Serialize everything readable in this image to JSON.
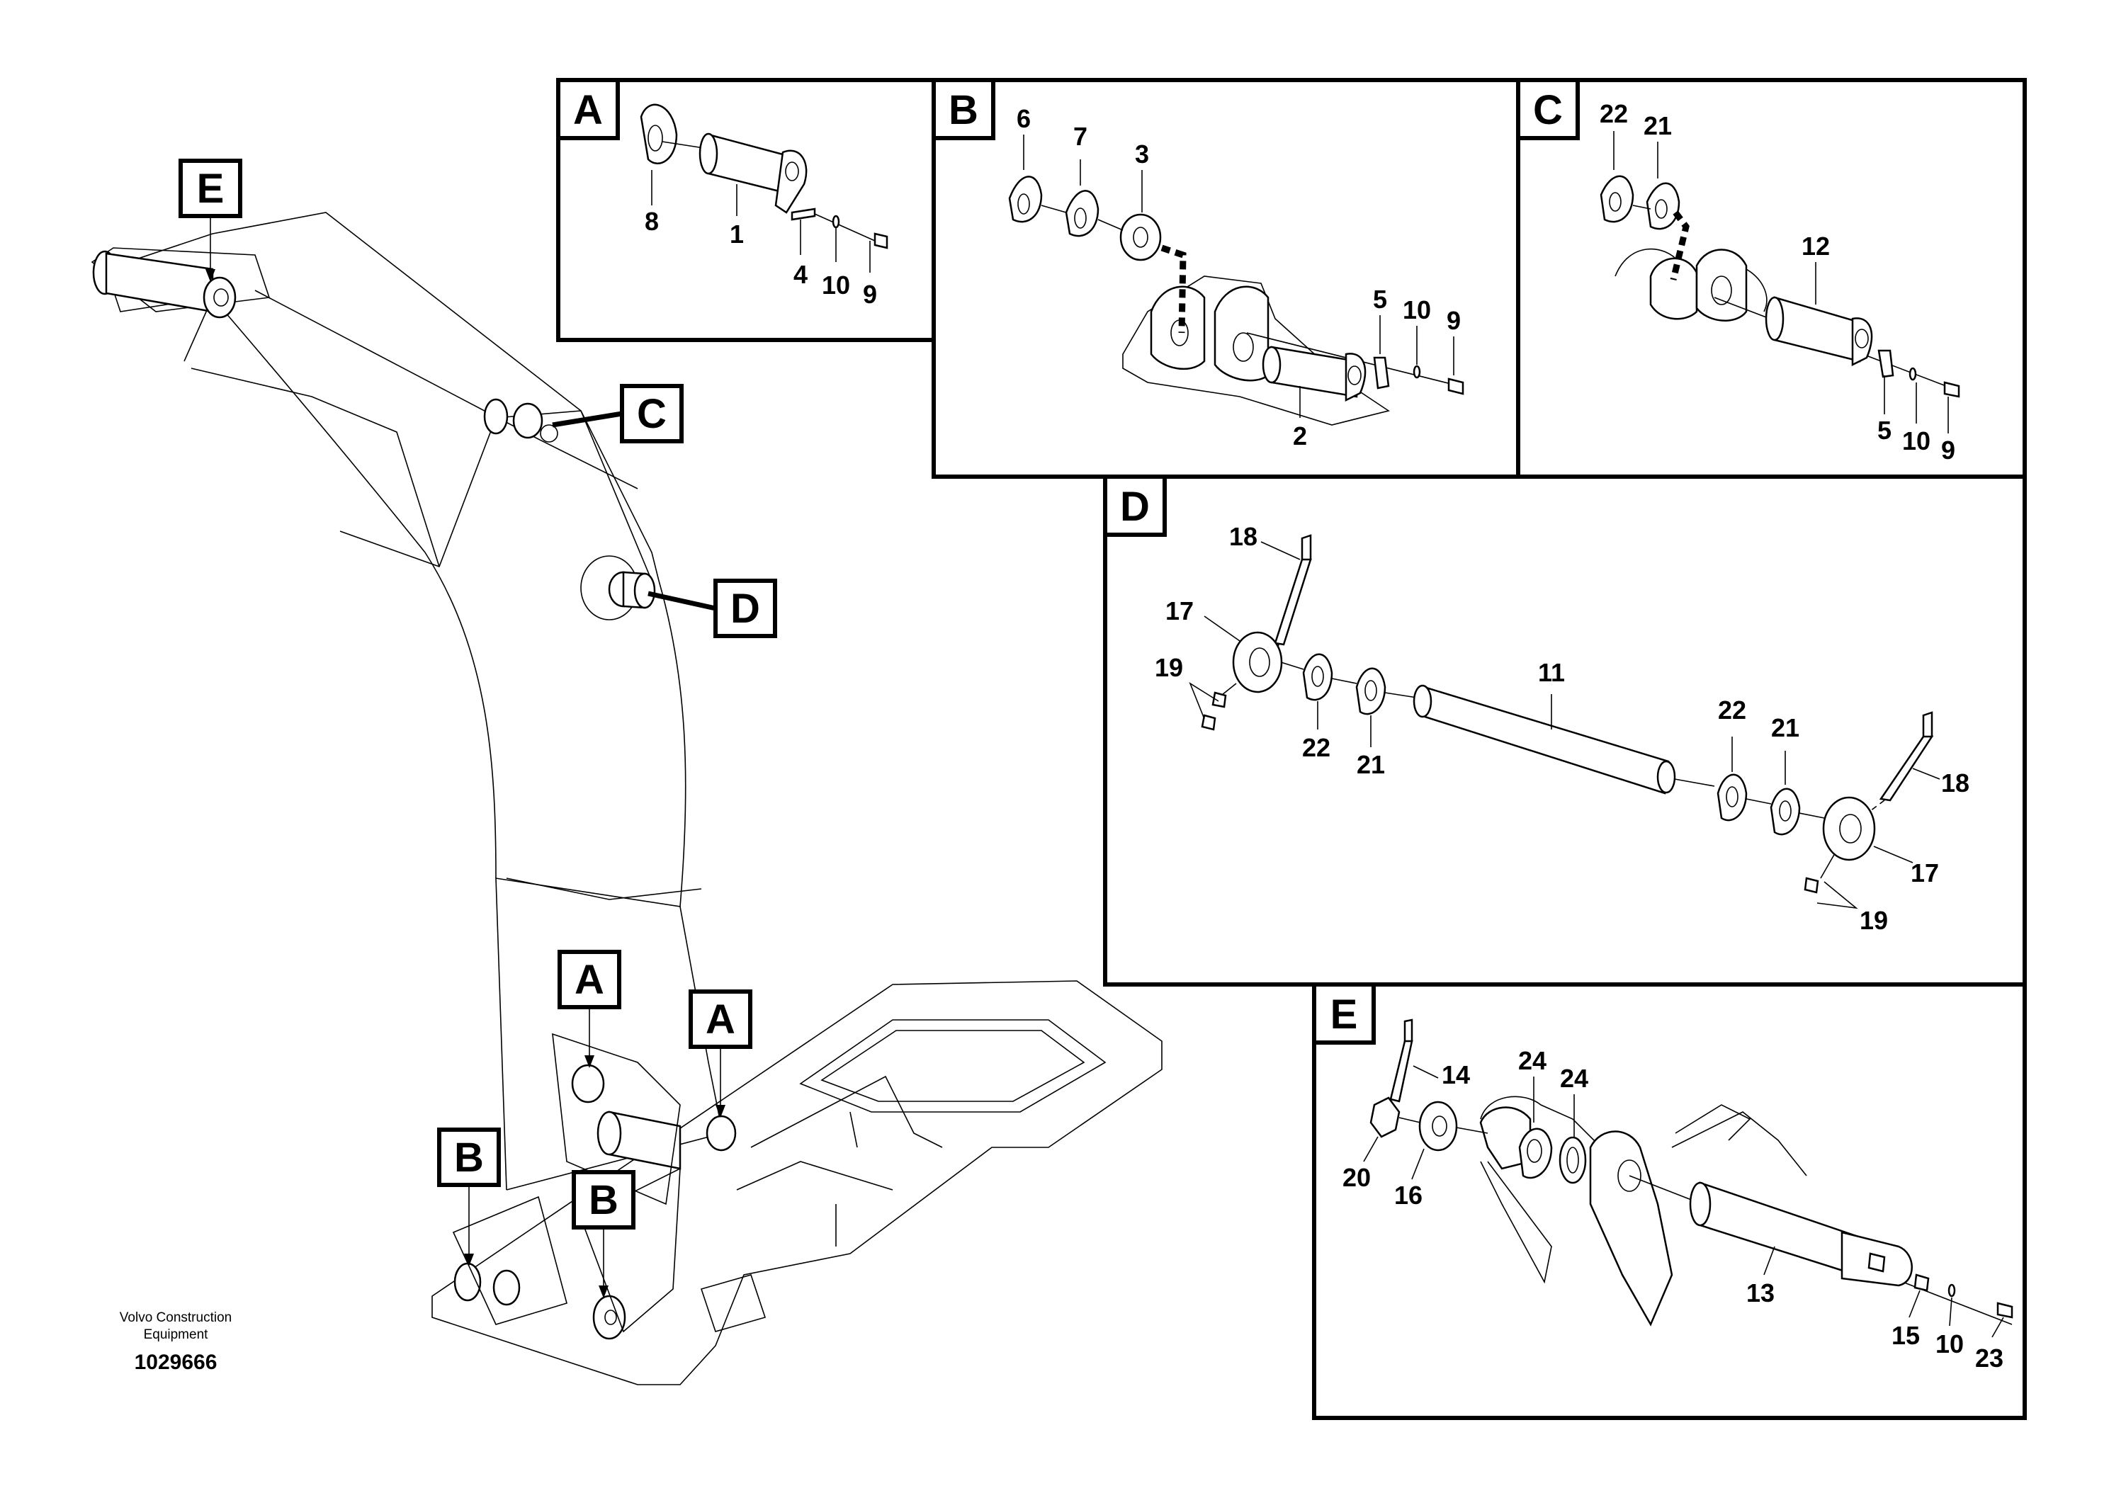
{
  "footer": {
    "company_line1": "Volvo Construction",
    "company_line2": "Equipment",
    "drawing_number": "1029666"
  },
  "overview": {
    "tags": [
      "E",
      "C",
      "D",
      "A",
      "A",
      "B",
      "B"
    ]
  },
  "panels": {
    "A": {
      "tag": "A",
      "labels": [
        "8",
        "1",
        "4",
        "10",
        "9"
      ]
    },
    "B": {
      "tag": "B",
      "labels": [
        "6",
        "7",
        "3",
        "5",
        "10",
        "9",
        "2"
      ]
    },
    "C": {
      "tag": "C",
      "labels": [
        "22",
        "21",
        "12",
        "5",
        "10",
        "9"
      ]
    },
    "D": {
      "tag": "D",
      "labels": [
        "18",
        "17",
        "19",
        "11",
        "22",
        "21",
        "22",
        "21",
        "18",
        "17",
        "19"
      ]
    },
    "E": {
      "tag": "E",
      "labels": [
        "14",
        "24",
        "24",
        "20",
        "16",
        "13",
        "15",
        "10",
        "23"
      ]
    }
  }
}
